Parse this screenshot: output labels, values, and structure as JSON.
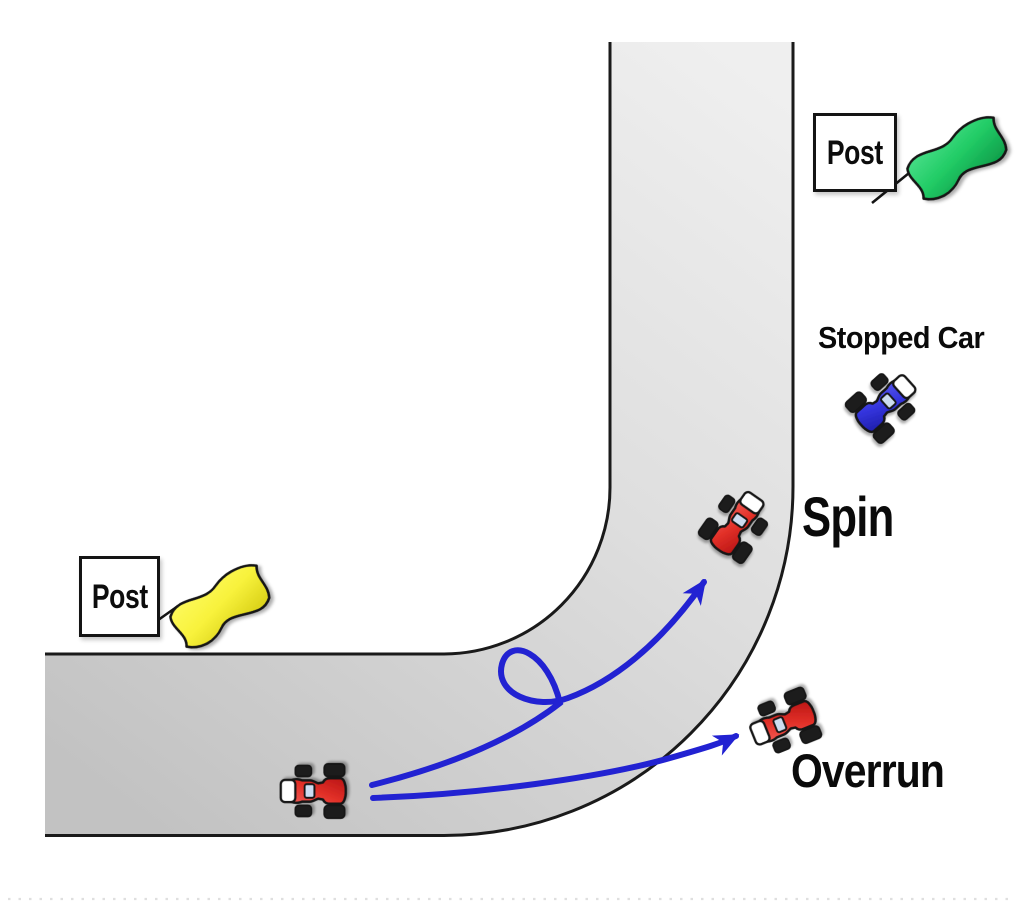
{
  "scene": {
    "description": "Race track corner diagram showing flag posts, a stopped car, and spin / overrun trajectories",
    "flag_posts": [
      {
        "label": "Post",
        "flag": "green",
        "flag_color": "#1fc564",
        "position": "top-right beside straight"
      },
      {
        "label": "Post",
        "flag": "yellow",
        "flag_color": "#f8f23c",
        "position": "left before corner"
      }
    ],
    "labels": {
      "stopped_car": "Stopped Car",
      "spin": "Spin",
      "overrun": "Overrun"
    },
    "cars": [
      {
        "id": "moving-red-car",
        "color": "#e03028",
        "location": "on-track"
      },
      {
        "id": "spun-red-car",
        "color": "#e03028",
        "location": "track-edge-spin"
      },
      {
        "id": "overrun-red-car",
        "color": "#e03028",
        "location": "off-track-overrun"
      },
      {
        "id": "stopped-blue-car",
        "color": "#3b3be0",
        "location": "off-track-stopped"
      }
    ],
    "colors": {
      "track_light": "#efefef",
      "track_dark": "#c2c2c2",
      "track_edge": "#1a1a1a",
      "arrow_blue": "#2222d2",
      "car_red": "#e03028",
      "car_blue": "#3b3be0",
      "flag_green": "#1fc564",
      "flag_yellow": "#f8f23c",
      "windshield": "#cdddf1",
      "sign_background": "#ffffff",
      "text": "#0c0c0c"
    }
  }
}
